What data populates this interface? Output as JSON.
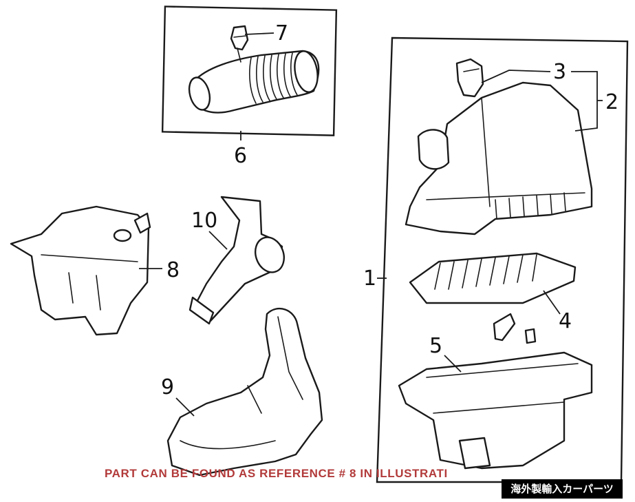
{
  "callouts": {
    "c1": "1",
    "c2": "2",
    "c3": "3",
    "c4": "4",
    "c5": "5",
    "c6": "6",
    "c7": "7",
    "c8": "8",
    "c9": "9",
    "c10": "10"
  },
  "note": "PART CAN BE FOUND AS REFERENCE # 8 IN ILLUSTRATI",
  "badge": "海外製輸入カーパーツ",
  "colors": {
    "line": "#1a1a1a",
    "note": "#b23a3a",
    "badge_bg": "#000000",
    "badge_text": "#ffffff"
  }
}
